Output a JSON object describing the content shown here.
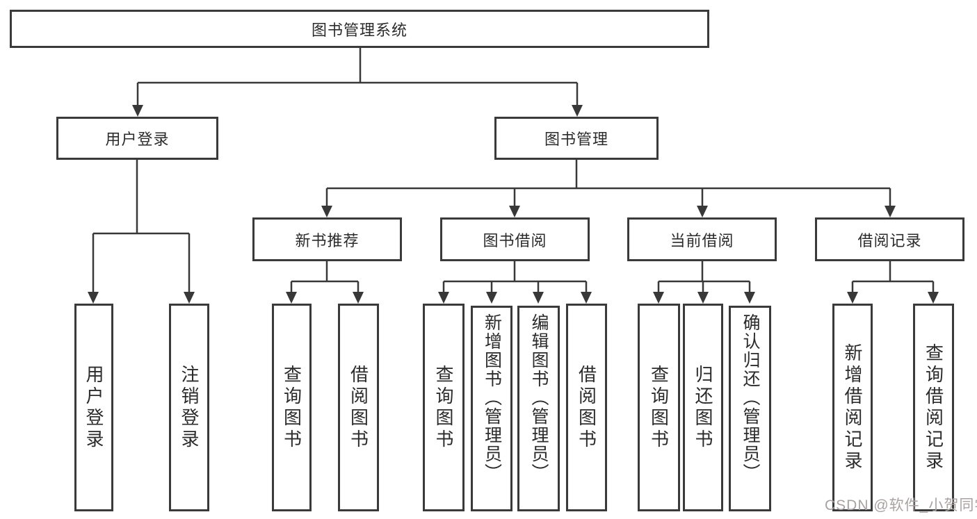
{
  "diagram": {
    "type": "hierarchy-tree",
    "colors": {
      "line": "#383838",
      "box_border": "#3a3a3a",
      "text": "#2b2b2b",
      "watermark": "#aaa2a2",
      "background": "#ffffff"
    },
    "tree": {
      "label": "图书管理系统",
      "children": [
        {
          "label": "用户登录",
          "children": [
            {
              "label": "用户登录"
            },
            {
              "label": "注销登录"
            }
          ]
        },
        {
          "label": "图书管理",
          "children": [
            {
              "label": "新书推荐",
              "children": [
                {
                  "label": "查询图书"
                },
                {
                  "label": "借阅图书"
                }
              ]
            },
            {
              "label": "图书借阅",
              "children": [
                {
                  "label": "查询图书"
                },
                {
                  "label": "新增图书（管理员）"
                },
                {
                  "label": "编辑图书（管理员）"
                },
                {
                  "label": "借阅图书"
                }
              ]
            },
            {
              "label": "当前借阅",
              "children": [
                {
                  "label": "查询图书"
                },
                {
                  "label": "归还图书"
                },
                {
                  "label": "确认归还（管理员）"
                }
              ]
            },
            {
              "label": "借阅记录",
              "children": [
                {
                  "label": "新增借阅记录"
                },
                {
                  "label": "查询借阅记录"
                }
              ]
            }
          ]
        }
      ]
    },
    "watermark": {
      "text": "CSDN @软件_小贺同学"
    }
  }
}
